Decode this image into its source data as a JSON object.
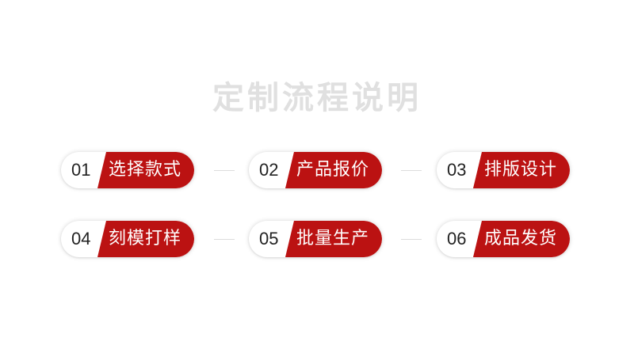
{
  "title": "定制流程说明",
  "steps": [
    {
      "num": "01",
      "label": "选择款式"
    },
    {
      "num": "02",
      "label": "产品报价"
    },
    {
      "num": "03",
      "label": "排版设计"
    },
    {
      "num": "04",
      "label": "刻模打样"
    },
    {
      "num": "05",
      "label": "批量生产"
    },
    {
      "num": "06",
      "label": "成品发货"
    }
  ],
  "colors": {
    "accent": "#bb1212",
    "title": "#e0e0e0",
    "text": "#222222"
  }
}
